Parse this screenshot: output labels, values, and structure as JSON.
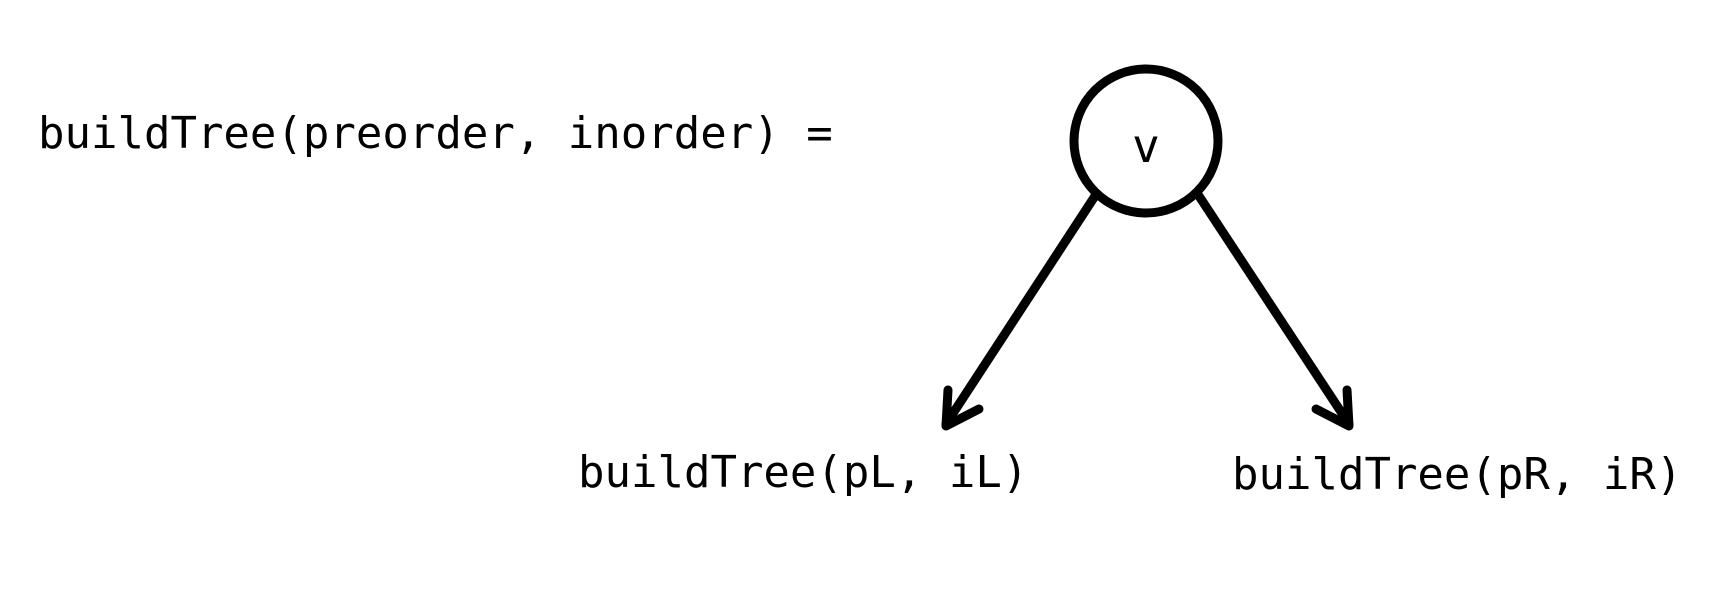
{
  "diagram": {
    "equation_lhs": "buildTree(preorder, inorder) =",
    "root": {
      "label": "v"
    },
    "left_child": {
      "label": "buildTree(pL, iL)"
    },
    "right_child": {
      "label": "buildTree(pR, iR)"
    },
    "colors": {
      "stroke": "#000000",
      "background": "#ffffff"
    }
  }
}
